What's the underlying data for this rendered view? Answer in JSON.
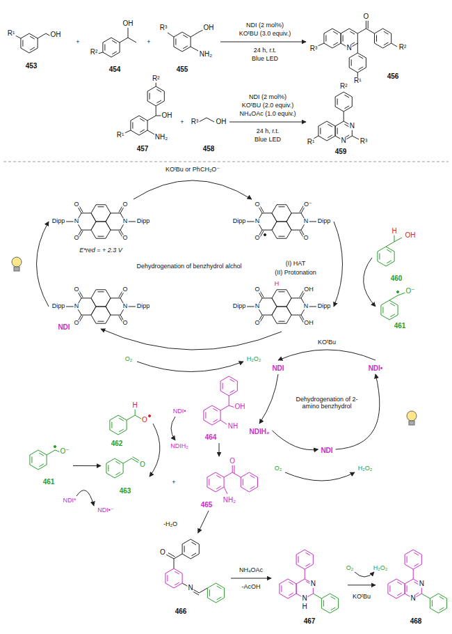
{
  "diagram": {
    "nodes": [
      {
        "text": [
          "R¹",
          "OH",
          "453"
        ]
      },
      {
        "text": [
          "R²",
          "OH",
          "454"
        ]
      },
      {
        "text": [
          "R³",
          "OH",
          "NH₂",
          "455"
        ]
      },
      {
        "text": [
          "R³",
          "O",
          "N",
          "R²",
          "R¹",
          "456"
        ]
      },
      {
        "text": [
          "R²",
          "R¹",
          "OH",
          "NH₂",
          "457"
        ]
      },
      {
        "text": [
          "R³",
          "OH",
          "458"
        ]
      },
      {
        "text": [
          "R²",
          "N",
          "N",
          "R¹",
          "R³",
          "459"
        ]
      },
      {
        "text": [
          "O",
          "O",
          "Dipp",
          "N",
          "N",
          "Dipp",
          "O",
          "O",
          "E*red = + 2.3 V"
        ]
      },
      {
        "text": [
          "O",
          "O⁻",
          "Dipp",
          "N",
          "N",
          "Dipp",
          "O",
          "O"
        ]
      },
      {
        "text": [
          "H",
          "OH",
          "460"
        ]
      },
      {
        "text": [
          "O⁻",
          "461"
        ]
      },
      {
        "text": [
          "O",
          "H",
          "OH",
          "Dipp",
          "N",
          "N",
          "Dipp",
          "O",
          "OH"
        ]
      },
      {
        "text": [
          "O",
          "O",
          "Dipp",
          "N",
          "N",
          "Dipp",
          "O",
          "O",
          "NDI"
        ]
      },
      {
        "text": [
          "H",
          "O",
          "462"
        ]
      },
      {
        "text": [
          "O⁻",
          "461"
        ]
      },
      {
        "text": [
          "O",
          "463"
        ]
      },
      {
        "text": [
          "OH",
          "NH",
          "464"
        ]
      },
      {
        "text": [
          "O",
          "NH₂",
          "465"
        ]
      },
      {
        "text": [
          "NDI"
        ]
      },
      {
        "text": [
          "NDI•"
        ]
      },
      {
        "text": [
          "NDI"
        ]
      },
      {
        "text": [
          "NDIH₂"
        ]
      },
      {
        "text": [
          "O",
          "N",
          "466"
        ]
      },
      {
        "text": [
          "N",
          "N",
          "H",
          "467"
        ]
      },
      {
        "text": [
          "N",
          "N",
          "468"
        ]
      }
    ],
    "edges": [
      {
        "from": 2,
        "to": 3,
        "arrow": "to"
      },
      {
        "from": 5,
        "to": 6,
        "arrow": "to"
      },
      {
        "from": 7,
        "to": 8,
        "arrow": "to"
      },
      {
        "from": 8,
        "to": 11,
        "arrow": "to"
      },
      {
        "from": 11,
        "to": 12,
        "arrow": "to"
      },
      {
        "from": 12,
        "to": 7,
        "arrow": "to"
      },
      {
        "from": 9,
        "to": 10,
        "arrow": "to"
      },
      {
        "from": 14,
        "to": 15,
        "arrow": "to"
      },
      {
        "from": 13,
        "to": 15,
        "arrow": "to"
      },
      {
        "from": 16,
        "to": 17,
        "arrow": "to"
      },
      {
        "from": 19,
        "to": 18,
        "arrow": "to"
      },
      {
        "from": 18,
        "to": 21,
        "arrow": "to"
      },
      {
        "from": 21,
        "to": 20,
        "arrow": "to"
      },
      {
        "from": 20,
        "to": 19,
        "arrow": "to"
      },
      {
        "from": 17,
        "to": 22,
        "arrow": "to"
      },
      {
        "from": 22,
        "to": 23,
        "arrow": "to"
      },
      {
        "from": 23,
        "to": 24,
        "arrow": "to"
      }
    ],
    "labels": [
      "+",
      "+",
      "NDI (2 mol%)",
      "KOᵗBU (3.0 equiv.)",
      "24 h, r.t.",
      "Blue LED",
      "+",
      "NDI (2 mol%)",
      "KOᵗBU (2.0 equiv.)",
      "NH₄OAc (1.0 equiv.)",
      "24 h, r.t.",
      "Blue LED",
      "KOᵗBu or PhCH₂O⁻",
      "(I) HAT",
      "(II) Protonation",
      "Dehydrogenation of benzhydrol alchol",
      "O₂",
      "H₂O₂",
      "KOᵗBu",
      "Dehydrogenation of 2-amino benzhydrol",
      "O₂",
      "H₂O₂",
      "NDI•",
      "NDIH₂",
      "NDI*",
      "NDI•⁻",
      "+",
      "-H₂O",
      "NH₄OAc",
      "-AcOH",
      "O₂",
      "H₂O₂",
      "KOᵗBu"
    ]
  }
}
